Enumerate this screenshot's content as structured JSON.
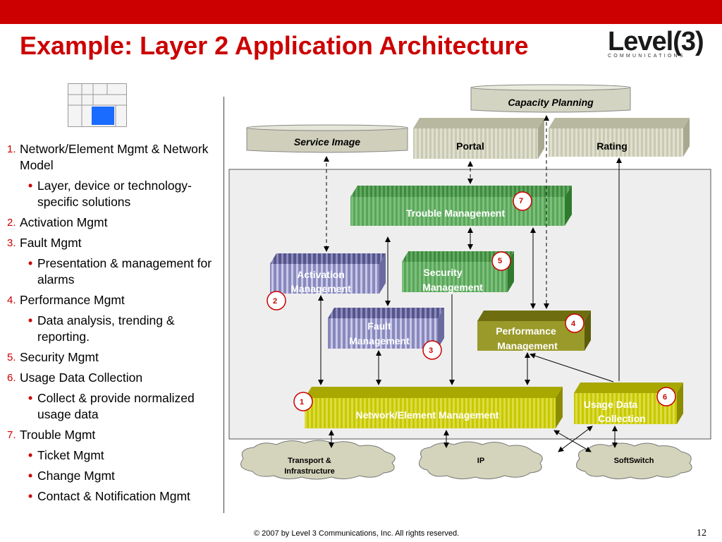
{
  "slide": {
    "title": "Example: Layer 2 Application Architecture",
    "page_number": "12",
    "footer": "© 2007 by Level 3 Communications, Inc. All rights reserved."
  },
  "logo": {
    "name": "Level(3)",
    "sub": "COMMUNICATIONS"
  },
  "bullets": [
    {
      "num": "1.",
      "text": "Network/Element Mgmt & Network Model",
      "subs": [
        "Layer, device or technology-specific solutions"
      ]
    },
    {
      "num": "2.",
      "text": "Activation Mgmt",
      "subs": []
    },
    {
      "num": "3.",
      "text": "Fault Mgmt",
      "subs": [
        "Presentation & management for alarms"
      ]
    },
    {
      "num": "4.",
      "text": "Performance Mgmt",
      "subs": [
        "Data analysis, trending & reporting."
      ]
    },
    {
      "num": "5.",
      "text": "Security Mgmt",
      "subs": []
    },
    {
      "num": "6.",
      "text": "Usage Data Collection",
      "subs": [
        "Collect & provide normalized usage data"
      ]
    },
    {
      "num": "7.",
      "text": "Trouble Mgmt",
      "subs": [
        "Ticket Mgmt",
        "Change Mgmt",
        "Contact & Notification Mgmt"
      ]
    }
  ],
  "diagram": {
    "capacity_planning": "Capacity Planning",
    "service_image": "Service Image",
    "portal": "Portal",
    "rating": "Rating",
    "trouble_management": "Trouble Management",
    "activation_1": "Activation",
    "activation_2": "Management",
    "security_1": "Security",
    "security_2": "Management",
    "fault_1": "Fault",
    "fault_2": "Management",
    "performance_1": "Performance",
    "performance_2": "Management",
    "nem": "Network/Element Management",
    "usage_1": "Usage Data",
    "usage_2": "Collection",
    "transport_1": "Transport &",
    "transport_2": "Infrastructure",
    "ip": "IP",
    "softswitch": "SoftSwitch",
    "badges": {
      "b1": "1",
      "b2": "2",
      "b3": "3",
      "b4": "4",
      "b5": "5",
      "b6": "6",
      "b7": "7"
    }
  },
  "colors": {
    "accent": "#cc0000",
    "green": "#4f9a4f",
    "purple": "#8c8cc0",
    "olive": "#9a9a2a",
    "yellow": "#d2d200"
  }
}
